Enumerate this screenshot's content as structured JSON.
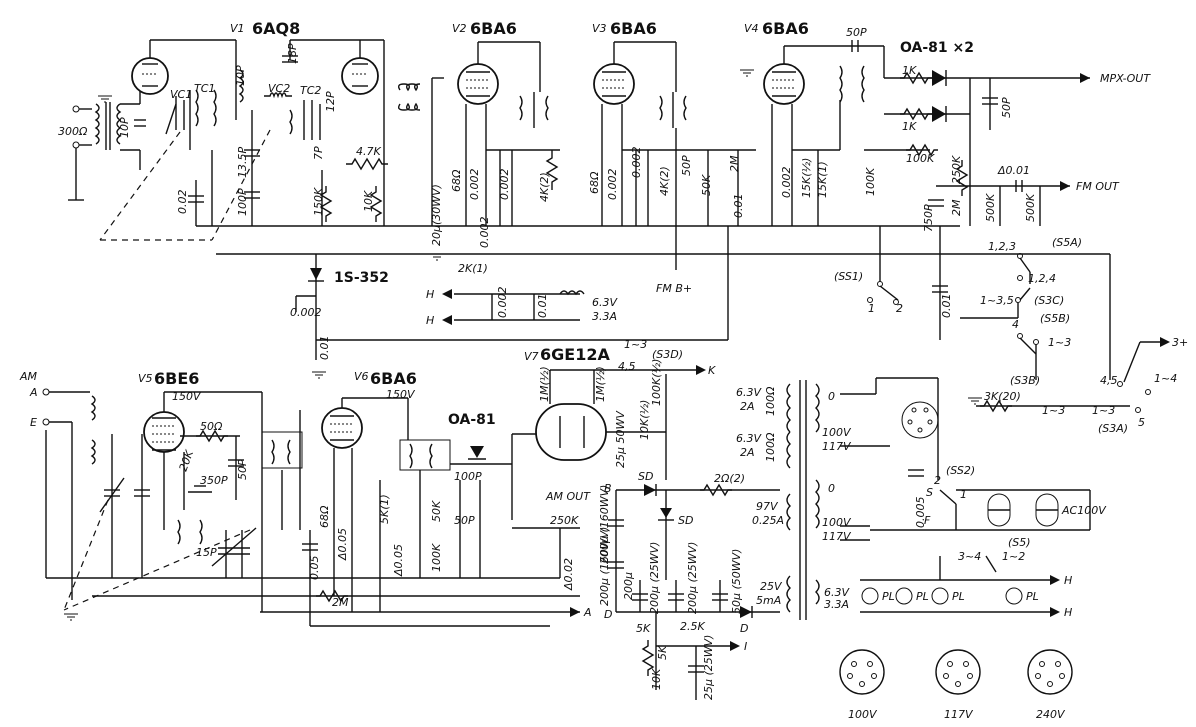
{
  "tubes": [
    {
      "id": "v1",
      "ref": "V1",
      "type": "6AQ8"
    },
    {
      "id": "v2",
      "ref": "V2",
      "type": "6BA6"
    },
    {
      "id": "v3",
      "ref": "V3",
      "type": "6BA6"
    },
    {
      "id": "v4",
      "ref": "V4",
      "type": "6BA6"
    },
    {
      "id": "v5",
      "ref": "V5",
      "type": "6BE6"
    },
    {
      "id": "v6",
      "ref": "V6",
      "type": "6BA6"
    },
    {
      "id": "v7",
      "ref": "V7",
      "type": "6GE12A"
    }
  ],
  "diodes": {
    "detector_fm": "OA-81 ×2",
    "varicap": "1S-352",
    "detector_am": "OA-81"
  },
  "outputs": {
    "mpx": "MPX-OUT",
    "fm": "FM OUT",
    "am": "AM OUT",
    "fm_b": "FM B+"
  },
  "antenna": {
    "fm_impedance": "300Ω",
    "am_label": "AM",
    "am_a": "A",
    "am_e": "E"
  },
  "components": {
    "c_10p_a": "10P",
    "c_10p_b": "10P",
    "c_18p": "18P",
    "c_12p": "12P",
    "c_7p": "7P",
    "c_13_5p": "13.5P",
    "c_100p": "100P",
    "c_002": "0.02",
    "r_4_7k": "4.7K",
    "r_150k": "150K",
    "r_10k": "10K",
    "r_68_a": "68Ω",
    "c_0002_a": "0.002",
    "c_0002_b": "0.002",
    "r_4k2_a": "4K(2)",
    "r_68_b": "68Ω",
    "c_0002_c": "0.002",
    "c_0002_d": "0.002",
    "r_4k2_b": "4K(2)",
    "c_50p_a": "50P",
    "r_50k": "50K",
    "r_2m": "2M",
    "c_001": "0.01",
    "c_50p_top": "50P",
    "c_0002_e": "0.002",
    "r_15k_half": "15K(½)",
    "r_15k_1": "15K(1)",
    "r_100k_a": "100K",
    "r_1k_a": "1K",
    "r_1k_b": "1K",
    "r_100k_b": "100K",
    "c_50p_b": "50P",
    "r_250k": "250K",
    "c_750p": "750P",
    "r_2m_b": "2M",
    "r_500k_a": "500K",
    "r_500k_b": "500K",
    "c_delta": "Δ0.01",
    "c_20u": "20μ(30WV)",
    "r_2k1": "2K(1)",
    "c_0002_f": "0.002",
    "c_0002_g": "0.002",
    "c_001_b": "0.01",
    "c_001_c": "0.01",
    "c_001_d": "0.01",
    "c_0002_h": "0.002",
    "r_50ohm": "50Ω",
    "r_20k": "20K",
    "c_350p": "350P",
    "c_50p_c": "50P",
    "c_15p": "15P",
    "r_68_c": "68Ω",
    "c_d005_a": "Δ0.05",
    "c_d005_b": "Δ0.05",
    "r_5k1": "5K(1)",
    "c_d005_c": "0.05",
    "r_2m_c": "2M",
    "r_50k_b": "50K",
    "r_100k_c": "100K",
    "c_100p_b": "100P",
    "c_50p_d": "50P",
    "r_250k_b": "250K",
    "c_d002": "Δ0.02",
    "r_1m_a": "1M(½)",
    "r_1m_b": "1M(½)",
    "r_100k_d": "100K(½)",
    "r_10k_half": "10K(½)",
    "c_25u": "25μ 50WV",
    "c_200u_a": "200μ (160WV)",
    "c_200u_b": "200μ (160WV)",
    "c_200u_c": "200μ (25WV)",
    "c_200u_d": "200μ (25WV)",
    "c_50u": "50μ (50WV)",
    "r_2ohm": "2Ω(2)",
    "r_2_5k": "2.5K",
    "r_5k": "5K",
    "r_5k_b": "5K",
    "r_10k_b": "10K",
    "c_25u_b": "25μ (25WV)",
    "c_0005": "0.005",
    "r_100_a": "100Ω",
    "r_100_b": "100Ω",
    "r_3k": "3K(20)",
    "c_200u_e": "200μ"
  },
  "transformer": {
    "t_6_3v_a": "6.3V",
    "t_2a_a": "2A",
    "t_6_3v_b": "6.3V",
    "t_2a_b": "2A",
    "t_97v": "97V",
    "t_025a": "0.25A",
    "t_25v": "25V",
    "t_5ma": "5mA",
    "t_6_3v_c": "6.3V",
    "t_3_3a": "3.3A",
    "p_0_a": "0",
    "p_100v_a": "100V",
    "p_117v_a": "117V",
    "p_0_b": "0",
    "p_100v_b": "100V",
    "p_117v_b": "117V",
    "heater_v": "6.3V",
    "heater_a": "3.3A"
  },
  "switches": {
    "s5a": "(S5A)",
    "s3c": "(S3C)",
    "s5b": "(S5B)",
    "s3b": "(S3B)",
    "s3a": "(S3A)",
    "s3d": "(S3D)",
    "ss1": "(SS1)",
    "ss2": "(SS2)",
    "s5": "(S5)",
    "pos_123": "1,2,3",
    "pos_124": "1,2,4",
    "pos_135": "1~3,5",
    "pos_4": "4",
    "pos_13": "1~3",
    "pos_45": "4,5",
    "pos_14": "1~4",
    "pos_5": "5",
    "pos_13b": "1~3",
    "pos_13c": "1~3",
    "ss1_1": "1",
    "ss1_2": "2",
    "ss2_2": "2",
    "ss2_1": "1",
    "s5_34": "3~4",
    "s5_12": "1~2",
    "s3d_13": "1~3",
    "s3d_45": "4,5"
  },
  "nodes": {
    "h1": "H",
    "h2": "H",
    "h3": "H",
    "h4": "H",
    "b": "B",
    "d": "D",
    "d2": "D",
    "a": "A",
    "k": "K",
    "i": "I",
    "s": "S",
    "f": "F",
    "three_plus": "3+",
    "sd1": "SD",
    "sd2": "SD",
    "sd3": "D",
    "tc1": "TC1",
    "vc1": "VC1",
    "vc2": "VC2",
    "tc2": "TC2"
  },
  "pilot_lamps": {
    "label": "PL",
    "ac100v": "AC100V"
  },
  "sockets": [
    {
      "label": "100V"
    },
    {
      "label": "117V"
    },
    {
      "label": "240V"
    }
  ]
}
